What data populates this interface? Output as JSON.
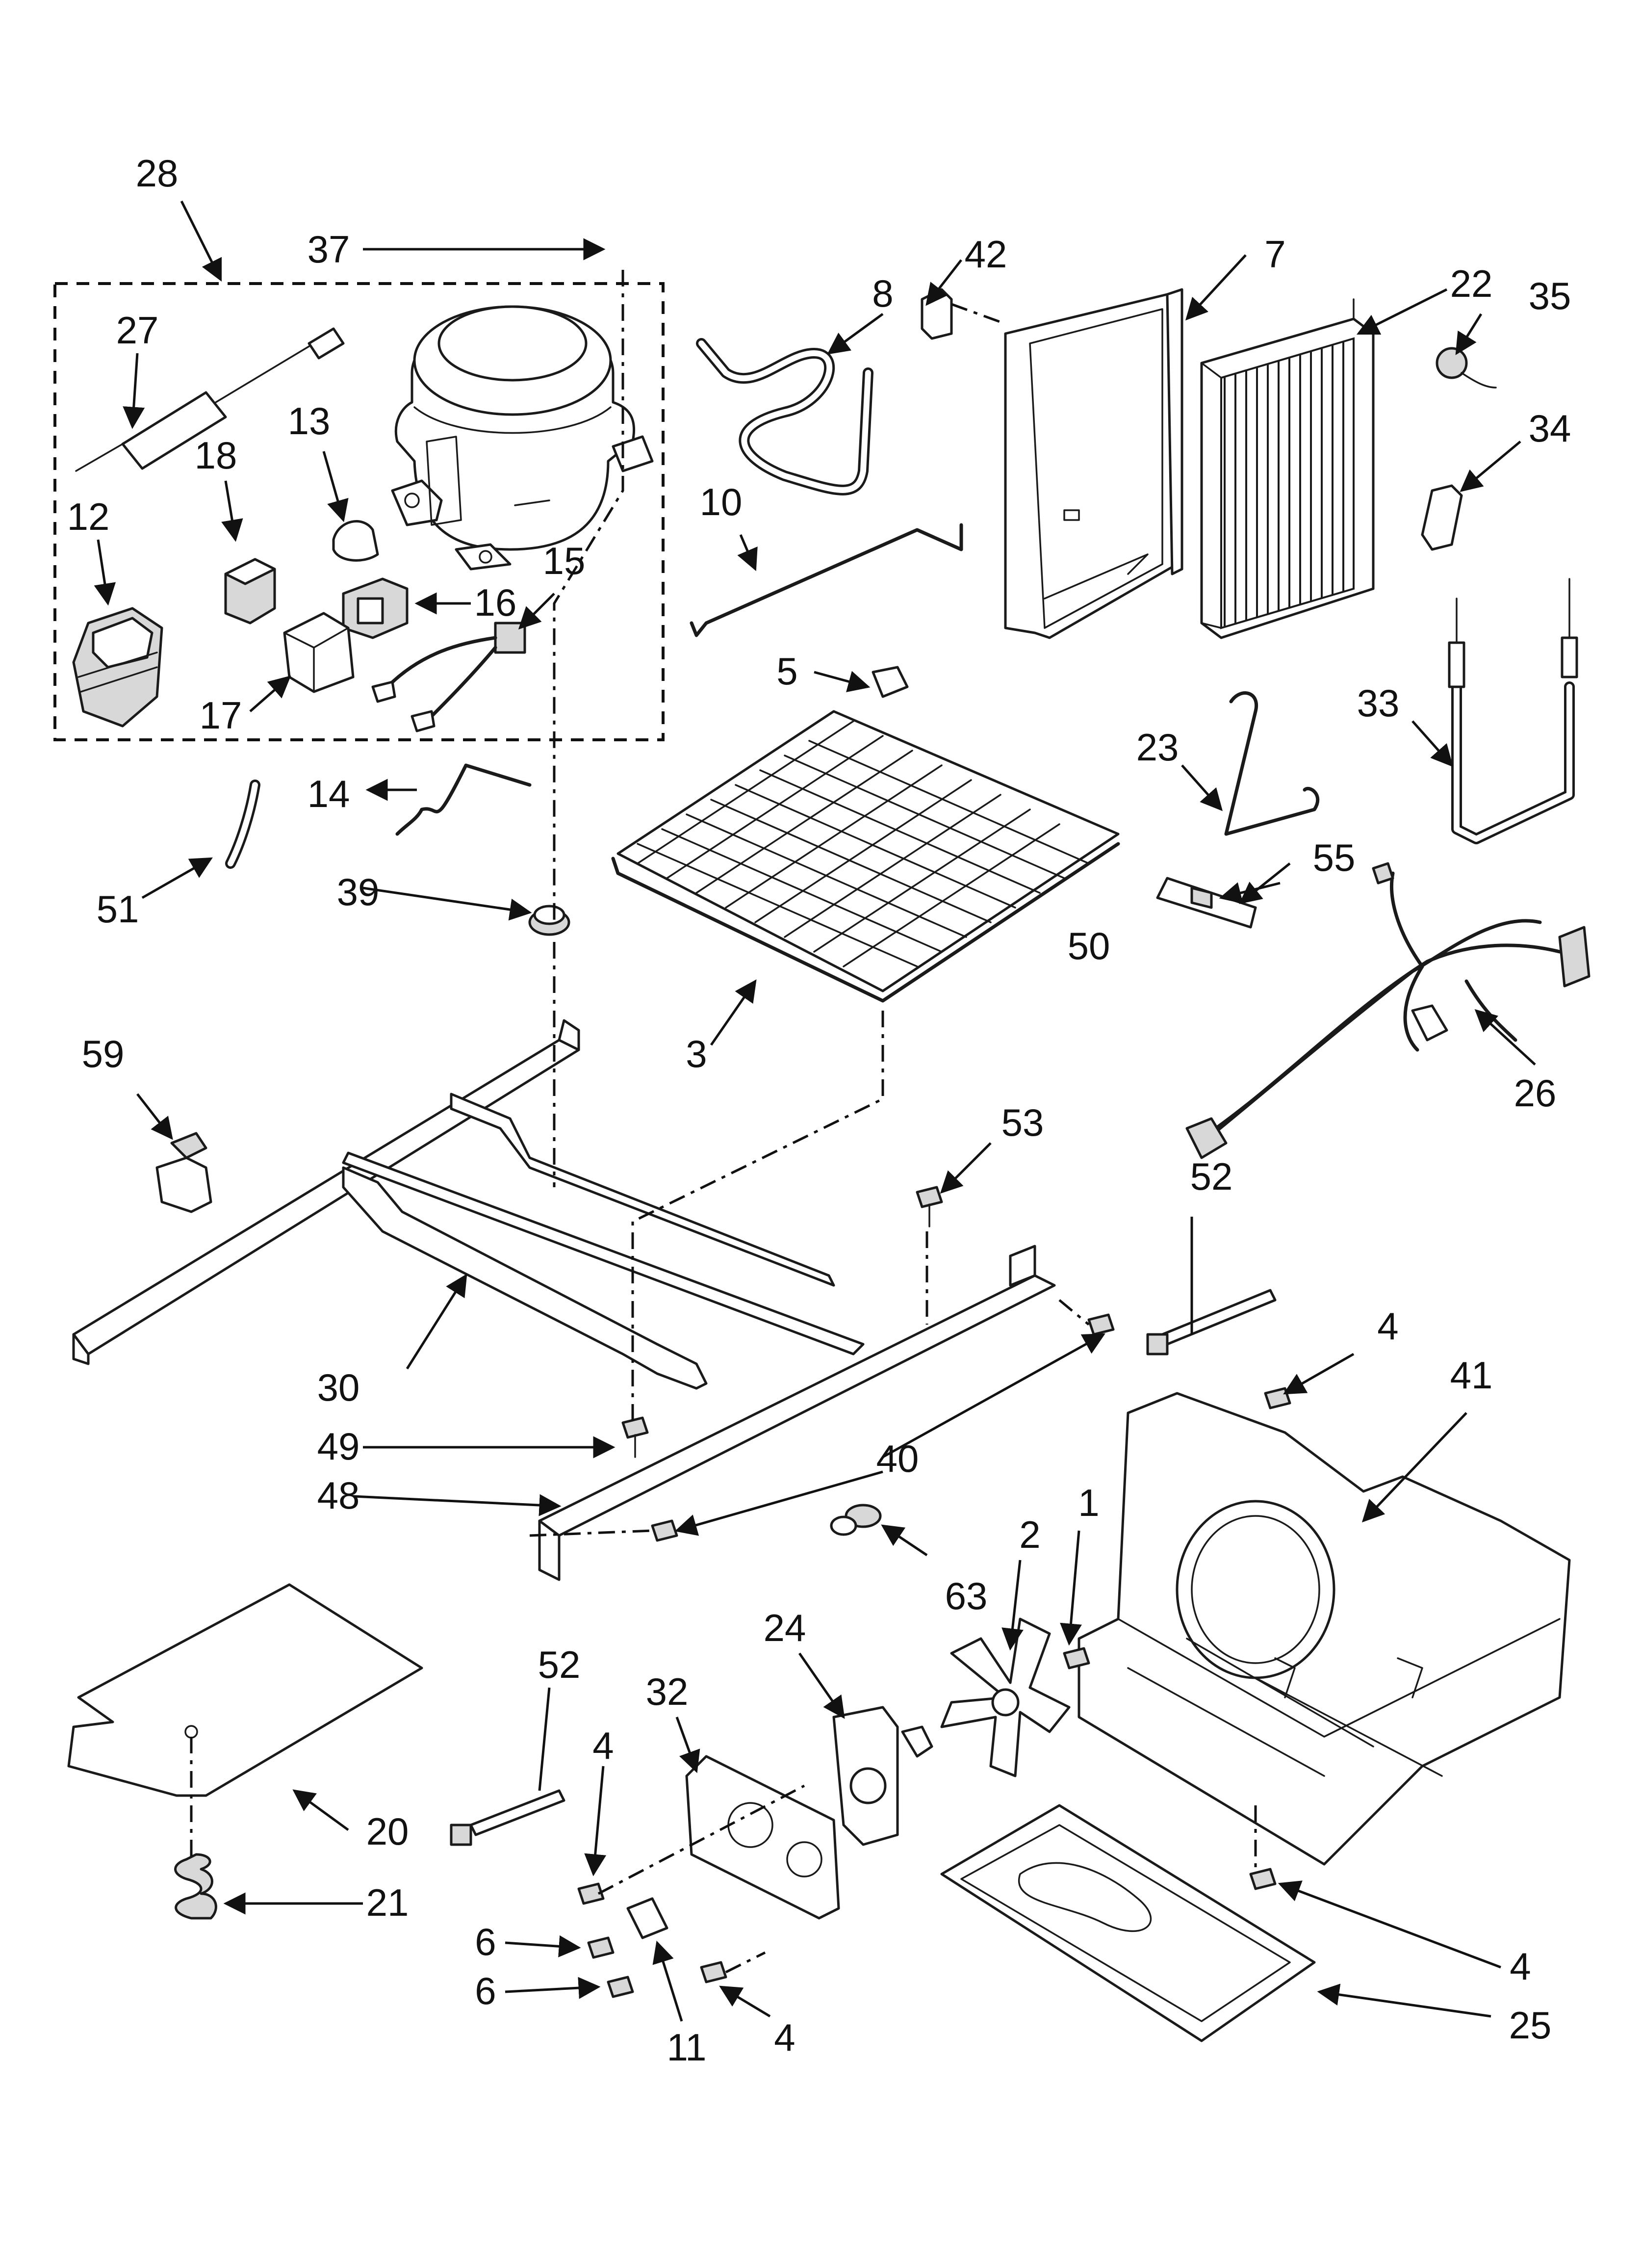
{
  "callouts": {
    "c1": "1",
    "c2": "2",
    "c3": "3",
    "c4a": "4",
    "c4b": "4",
    "c4c": "4",
    "c4d": "4",
    "c5": "5",
    "c6a": "6",
    "c6b": "6",
    "c7": "7",
    "c8": "8",
    "c10": "10",
    "c11": "11",
    "c12": "12",
    "c13": "13",
    "c14": "14",
    "c15": "15",
    "c16": "16",
    "c17": "17",
    "c18": "18",
    "c20": "20",
    "c21": "21",
    "c22": "22",
    "c23": "23",
    "c24": "24",
    "c25": "25",
    "c26": "26",
    "c27": "27",
    "c28": "28",
    "c30": "30",
    "c32": "32",
    "c33": "33",
    "c34": "34",
    "c35": "35",
    "c37": "37",
    "c39": "39",
    "c40": "40",
    "c41": "41",
    "c42": "42",
    "c48": "48",
    "c49": "49",
    "c50": "50",
    "c51": "51",
    "c52a": "52",
    "c52b": "52",
    "c53": "53",
    "c55": "55",
    "c59": "59",
    "c63": "63"
  }
}
